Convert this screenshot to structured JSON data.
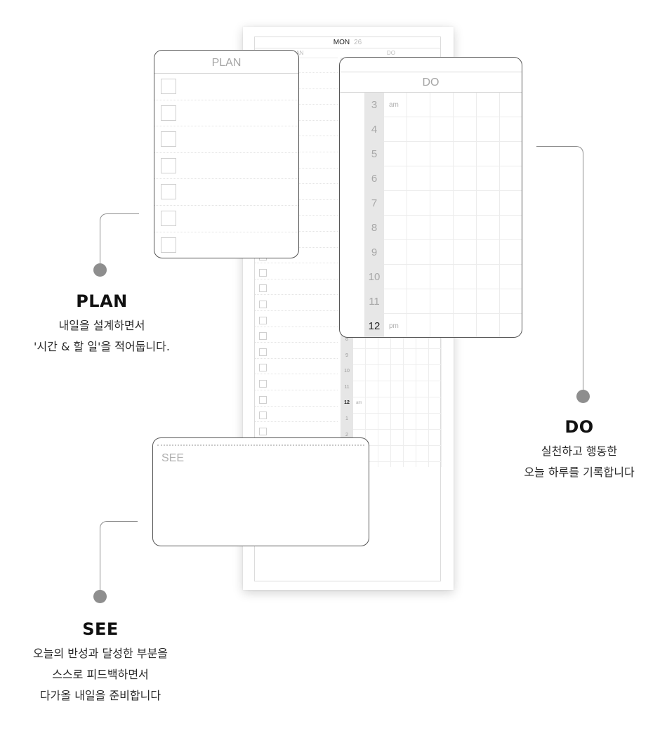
{
  "sheet": {
    "day": "MON",
    "date": "26",
    "plan_label": "PLAN",
    "do_label": "DO",
    "hours_lower": [
      "8",
      "9",
      "10",
      "11",
      "12",
      "1",
      "2"
    ],
    "am_label": "am"
  },
  "plan_card": {
    "title": "PLAN"
  },
  "do_card": {
    "title": "DO",
    "hours": [
      "3",
      "4",
      "5",
      "6",
      "7",
      "8",
      "9",
      "10",
      "11",
      "12"
    ],
    "am_label": "am",
    "pm_label": "pm"
  },
  "see_card": {
    "title": "SEE"
  },
  "captions": {
    "plan": {
      "title": "PLAN",
      "lines": [
        "내일을 설계하면서",
        "'시간 & 할 일'을 적어둡니다."
      ]
    },
    "do": {
      "title": "DO",
      "lines": [
        "실천하고 행동한",
        "오늘 하루를 기록합니다"
      ]
    },
    "see": {
      "title": "SEE",
      "lines": [
        "오늘의 반성과 달성한 부분을",
        "스스로 피드백하면서",
        "다가올 내일을 준비합니다"
      ]
    }
  },
  "colors": {
    "accent_gray": "#8e8e8e",
    "hour_column": "#e7e7e7",
    "card_border": "#555555"
  }
}
